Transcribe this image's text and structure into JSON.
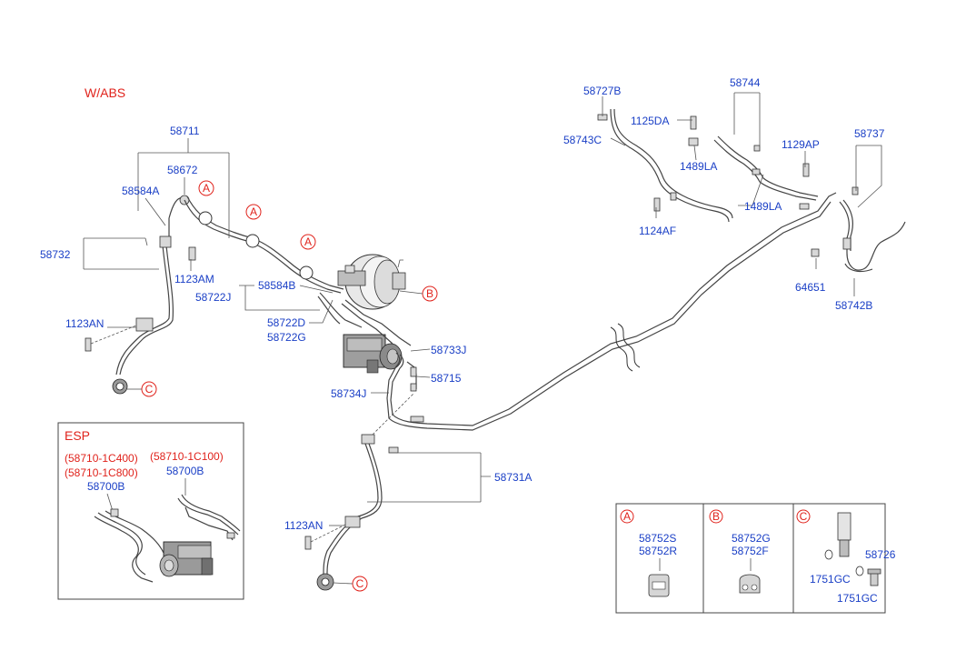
{
  "title": "W/ABS",
  "esp_title": "ESP",
  "circle_markers": {
    "a": "A",
    "b": "B",
    "c": "C"
  },
  "labels": {
    "p58711": "58711",
    "p58672": "58672",
    "p58584A": "58584A",
    "p58732": "58732",
    "p1123AM": "1123AM",
    "p1123AN_top": "1123AN",
    "p58722J": "58722J",
    "p58584B": "58584B",
    "p58722D": "58722D",
    "p58722G": "58722G",
    "p58733J": "58733J",
    "p58715": "58715",
    "p58734J": "58734J",
    "p58731A": "58731A",
    "p1123AN_bottom": "1123AN",
    "p58727B": "58727B",
    "p1125DA": "1125DA",
    "p58744": "58744",
    "p58743C": "58743C",
    "p1489LA_1": "1489LA",
    "p1489LA_2": "1489LA",
    "p1124AF": "1124AF",
    "p1129AP": "1129AP",
    "p58737": "58737",
    "p64651": "64651",
    "p58742B": "58742B"
  },
  "esp": {
    "code1": "(58710-1C400)",
    "code2": "(58710-1C800)",
    "code3": "(58710-1C100)",
    "part_left": "58700B",
    "part_right": "58700B"
  },
  "legend": {
    "a": {
      "marker": "A",
      "parts": [
        "58752S",
        "58752R"
      ]
    },
    "b": {
      "marker": "B",
      "parts": [
        "58752G",
        "58752F"
      ]
    },
    "c": {
      "marker": "C",
      "parts": [
        "58726",
        "1751GC",
        "1751GC"
      ]
    }
  }
}
